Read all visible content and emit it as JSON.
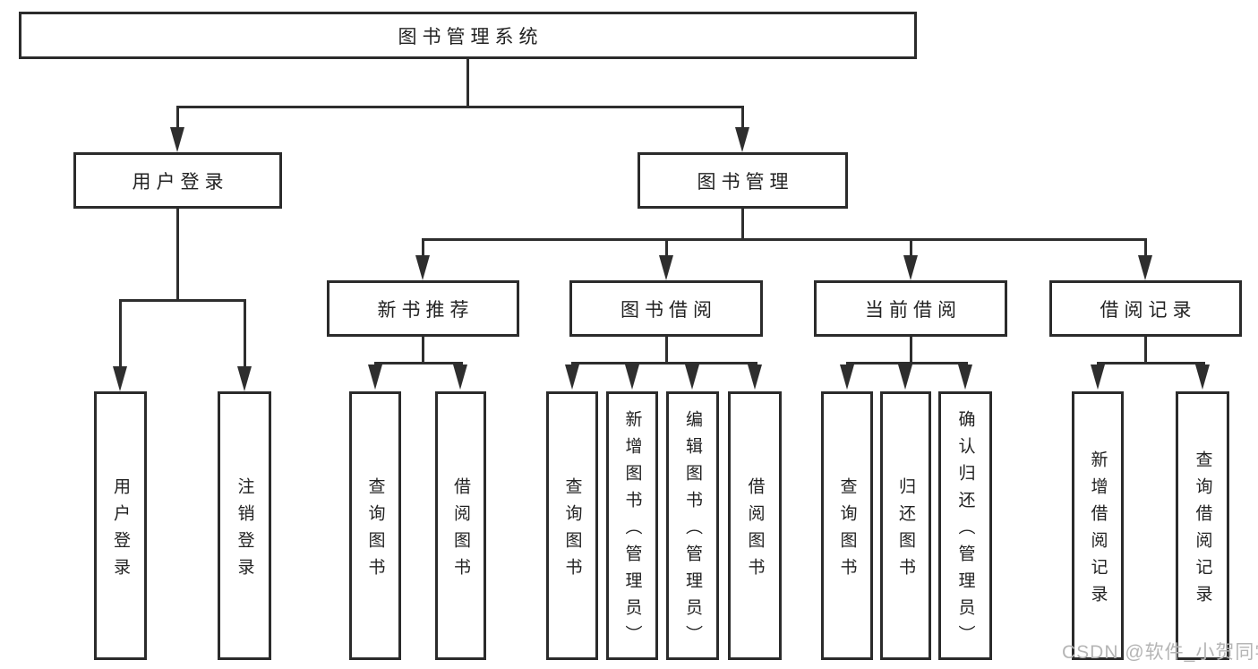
{
  "diagram_title": "图书管理系统",
  "tree": {
    "label": "图书管理系统",
    "children": [
      {
        "label": "用户登录",
        "children": [
          {
            "label": "用户登录"
          },
          {
            "label": "注销登录"
          }
        ]
      },
      {
        "label": "图书管理",
        "children": [
          {
            "label": "新书推荐",
            "children": [
              {
                "label": "查询图书"
              },
              {
                "label": "借阅图书"
              }
            ]
          },
          {
            "label": "图书借阅",
            "children": [
              {
                "label": "查询图书"
              },
              {
                "label": "新增图书（管理员）"
              },
              {
                "label": "编辑图书（管理员）"
              },
              {
                "label": "借阅图书"
              }
            ]
          },
          {
            "label": "当前借阅",
            "children": [
              {
                "label": "查询图书"
              },
              {
                "label": "归还图书"
              },
              {
                "label": "确认归还（管理员）"
              }
            ]
          },
          {
            "label": "借阅记录",
            "children": [
              {
                "label": "新增借阅记录"
              },
              {
                "label": "查询借阅记录"
              }
            ]
          }
        ]
      }
    ]
  },
  "watermark": {
    "text": "CSDN @软件_小贺同学"
  },
  "colors": {
    "background": "#ffffff",
    "box_border": "#2b2b2b",
    "connector_line": "#2e2e2e",
    "text": "#222222",
    "watermark_text": "#b5b5b5"
  }
}
